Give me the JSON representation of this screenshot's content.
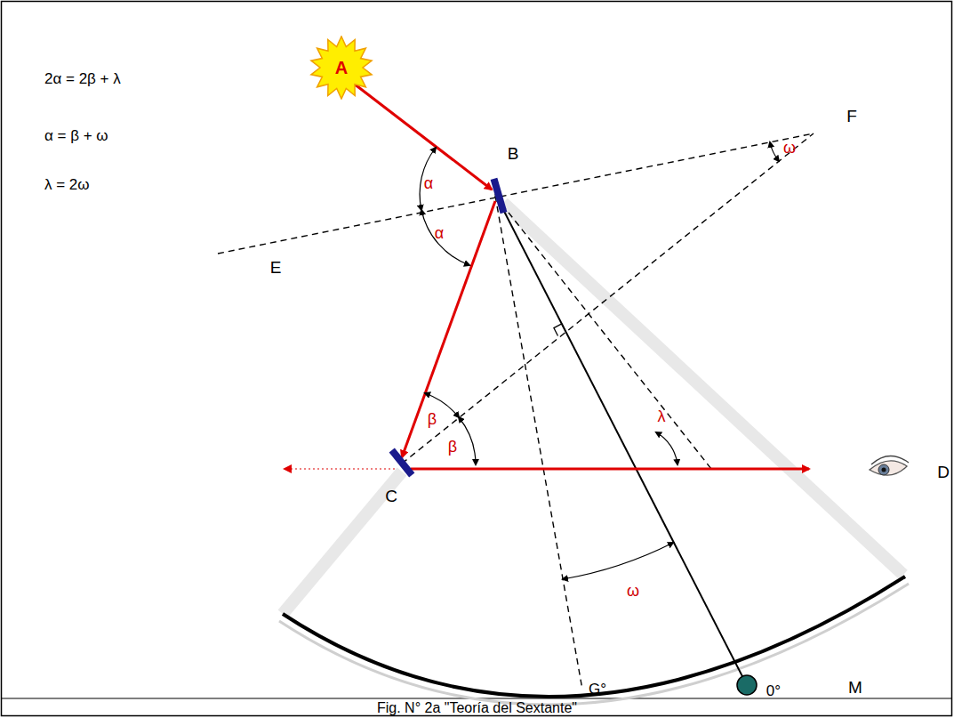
{
  "diagram": {
    "caption": "Fig. N° 2a \"Teoría del Sextante\"",
    "nodes": [
      {
        "text": [
          "A"
        ]
      }
    ],
    "labels": [
      "2α = 2β + λ",
      "α = β + ω",
      "λ = 2ω",
      "B",
      "F",
      "ω",
      "E",
      "α",
      "α",
      "β",
      "β",
      "C",
      "λ",
      "D",
      "ω",
      "0°",
      "M",
      "G°"
    ]
  }
}
